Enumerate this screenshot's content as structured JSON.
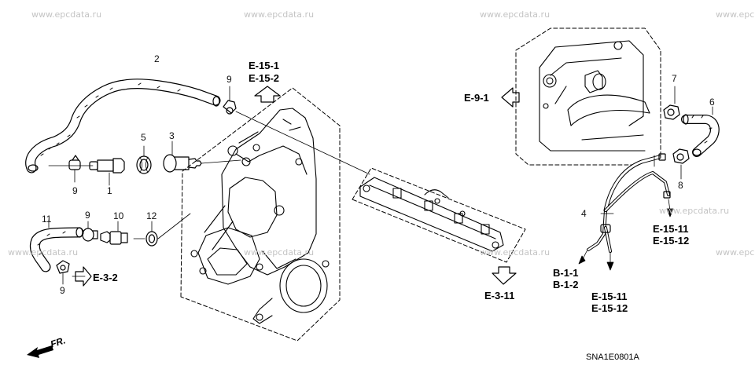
{
  "watermark": "www.epcdata.ru",
  "watermark_short": "www.epc",
  "diagram_code": "SNA1E0801A",
  "front_label": "FR.",
  "part_numbers": {
    "p2": "2",
    "p9a": "9",
    "p1": "1",
    "p5": "5",
    "p3": "3",
    "p9b": "9",
    "p11": "11",
    "p9c": "9",
    "p10": "10",
    "p12": "12",
    "p9d": "9",
    "p7": "7",
    "p6": "6",
    "p8": "8",
    "p4": "4"
  },
  "refs": {
    "e15_top_1": "E-15-1",
    "e15_top_2": "E-15-2",
    "e9": "E-9-1",
    "e3_2": "E-3-2",
    "e3_11": "E-3-11",
    "b1_1": "B-1-1",
    "b1_2": "B-1-2",
    "e15_mid_11": "E-15-11",
    "e15_mid_12": "E-15-12",
    "e15_right_11": "E-15-11",
    "e15_right_12": "E-15-12"
  },
  "colors": {
    "line": "#000000",
    "watermark": "#c4c4c4",
    "background": "#ffffff"
  }
}
